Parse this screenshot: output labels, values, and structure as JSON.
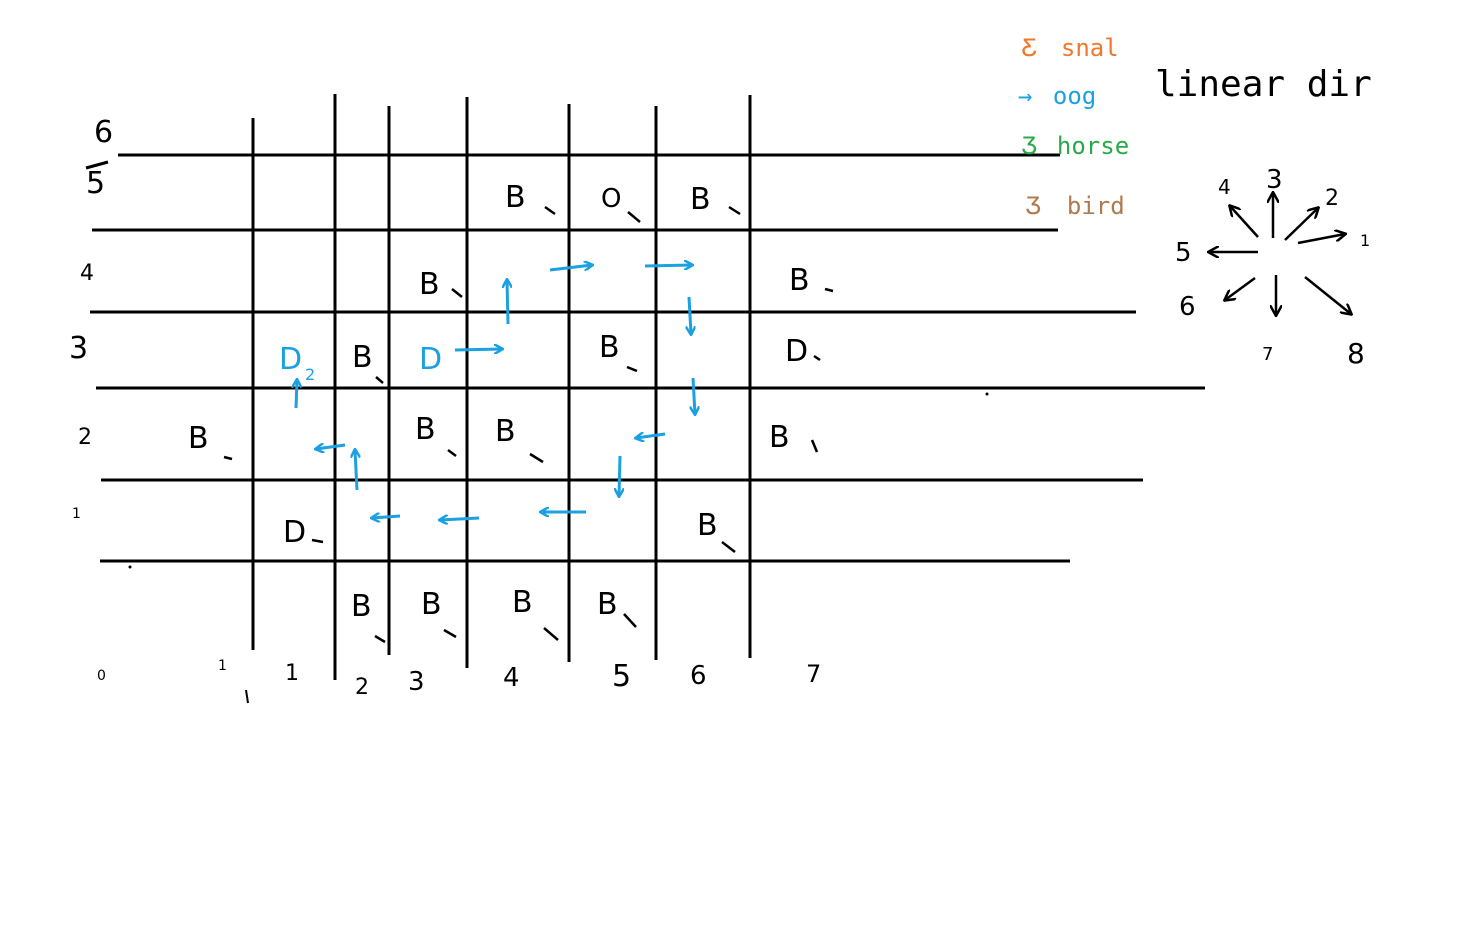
{
  "colors": {
    "ink": "#000000",
    "dog": "#1ba1e2",
    "snail": "#f0782a",
    "horse": "#2ba84a",
    "bird": "#b07a50"
  },
  "legend": [
    {
      "symbol": "Ƹ",
      "label": "snal",
      "color_key": "snail"
    },
    {
      "symbol": "→",
      "label": "oog",
      "color_key": "dog"
    },
    {
      "symbol": "Ʒ",
      "label": "horse",
      "color_key": "horse"
    },
    {
      "symbol": "Ʒ",
      "label": "bird",
      "color_key": "bird"
    }
  ],
  "title": "linear dir",
  "compass": {
    "labels": [
      "1",
      "2",
      "3",
      "4",
      "5",
      "6",
      "7",
      "8"
    ]
  },
  "row_labels": [
    "6",
    "5",
    "4",
    "3",
    "2",
    "1"
  ],
  "col_labels": [
    "0",
    "1",
    "1",
    "2",
    "3",
    "4",
    "5",
    "6",
    "7"
  ],
  "bees": [
    {
      "text": "B"
    },
    {
      "text": "O"
    },
    {
      "text": "B"
    },
    {
      "text": "B"
    },
    {
      "text": "B"
    },
    {
      "text": "B"
    },
    {
      "text": "B"
    },
    {
      "text": "D"
    },
    {
      "text": "B"
    },
    {
      "text": "B"
    },
    {
      "text": "B"
    },
    {
      "text": "B"
    },
    {
      "text": "D"
    },
    {
      "text": "B"
    },
    {
      "text": "B"
    },
    {
      "text": "B"
    },
    {
      "text": "B"
    },
    {
      "text": "B"
    }
  ],
  "dogs": [
    {
      "text": "D"
    },
    {
      "text": "D",
      "sub": "2"
    }
  ]
}
